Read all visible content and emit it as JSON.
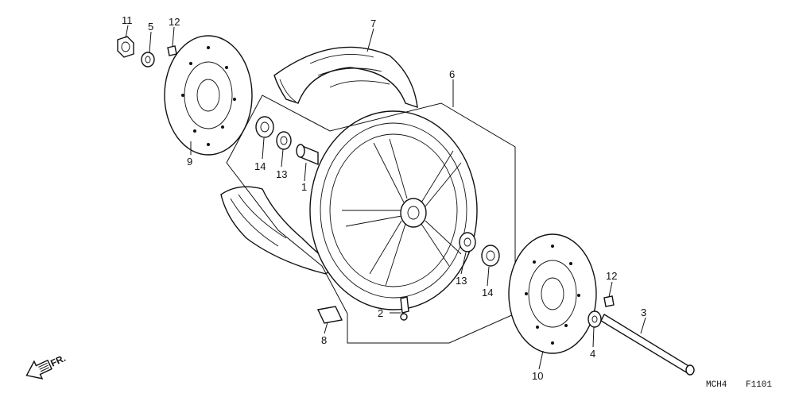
{
  "colors": {
    "ink": "#111111",
    "paper": "#ffffff"
  },
  "callouts": [
    {
      "id": "11",
      "text": "11"
    },
    {
      "id": "5",
      "text": "5"
    },
    {
      "id": "12a",
      "text": "12"
    },
    {
      "id": "7",
      "text": "7"
    },
    {
      "id": "6",
      "text": "6"
    },
    {
      "id": "9",
      "text": "9"
    },
    {
      "id": "14a",
      "text": "14"
    },
    {
      "id": "13a",
      "text": "13"
    },
    {
      "id": "1",
      "text": "1"
    },
    {
      "id": "13b",
      "text": "13"
    },
    {
      "id": "14b",
      "text": "14"
    },
    {
      "id": "12b",
      "text": "12"
    },
    {
      "id": "3",
      "text": "3"
    },
    {
      "id": "2",
      "text": "2"
    },
    {
      "id": "8",
      "text": "8"
    },
    {
      "id": "4",
      "text": "4"
    },
    {
      "id": "10",
      "text": "10"
    }
  ],
  "direction_marker": {
    "text": "FR.",
    "icon": "front-arrow-icon"
  },
  "diagram_code": {
    "model": "MCH4",
    "figure": "F1101"
  }
}
